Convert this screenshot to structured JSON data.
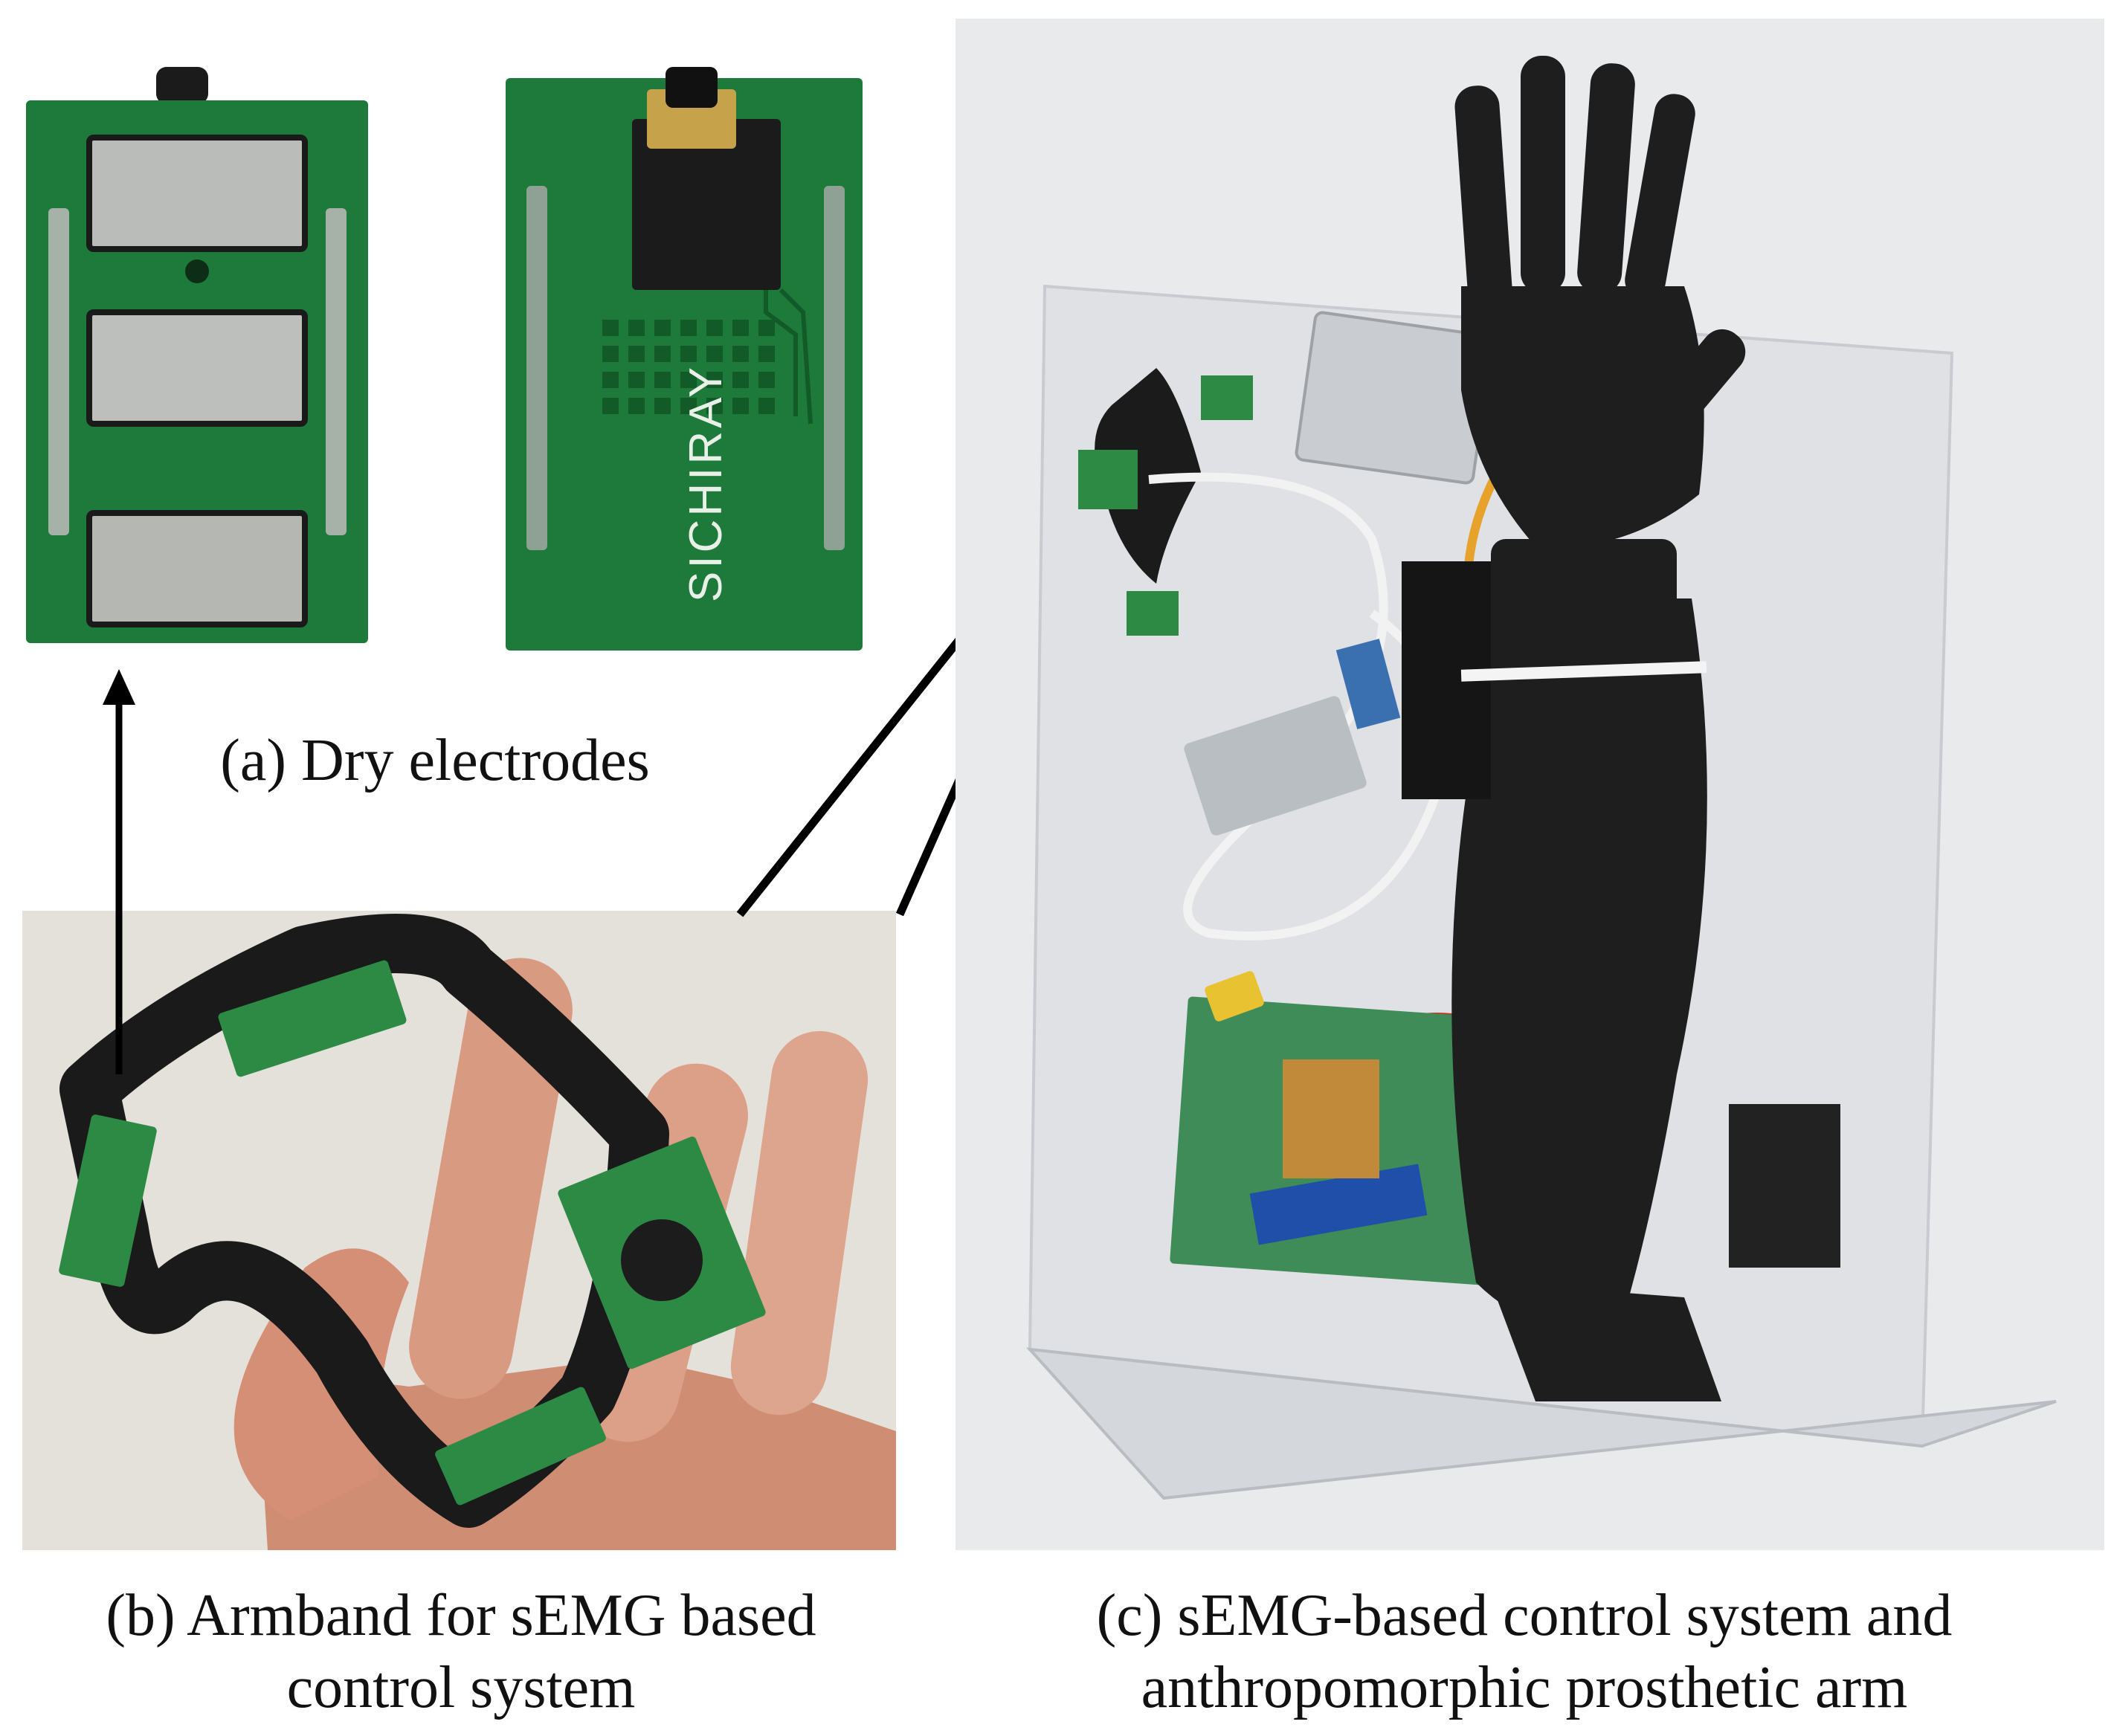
{
  "figure": {
    "captions": {
      "a": "(a) Dry electrodes",
      "b_line1": "(b) Armband for sEMG based",
      "b_line2": "control system",
      "c_line1": "(c) sEMG-based control system and",
      "c_line2": "anthropomorphic prosthetic arm"
    },
    "electrode_brand": "SICHIRAY",
    "colors": {
      "pcb_green": "#1d7a3a",
      "pcb_dark": "#125a28",
      "electrode_pad": "#b9bcb8",
      "velcro": "#1a1a1a",
      "arm_black": "#1e1e1e",
      "backdrop": "#e9eaec",
      "skin": "#d99a82"
    }
  }
}
